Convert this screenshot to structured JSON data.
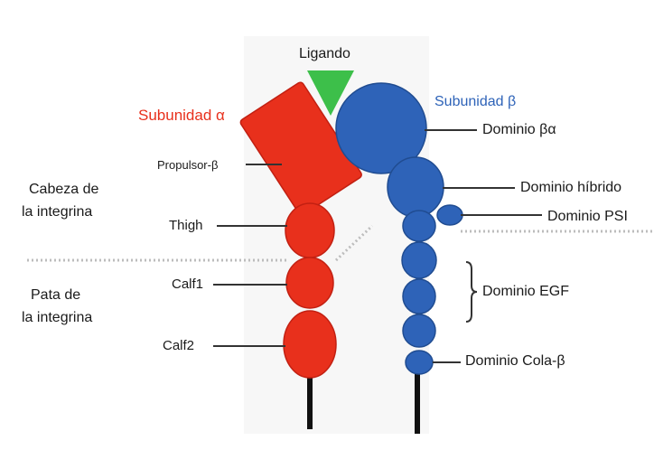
{
  "ligand": {
    "label": "Ligando",
    "color": "#3dbf4a"
  },
  "alpha": {
    "title": "Subunidad α",
    "color": "#e8301c",
    "propulsor": "Propulsor-β",
    "thigh": "Thigh",
    "calf1": "Calf1",
    "calf2": "Calf2"
  },
  "beta": {
    "title": "Subunidad β",
    "color": "#2e63b8",
    "dominio_ba": "Dominio βα",
    "dominio_hibrido": "Dominio híbrido",
    "dominio_psi": "Dominio PSI",
    "dominio_egf": "Dominio EGF",
    "dominio_cola": "Dominio Cola-β"
  },
  "regions": {
    "head_line1": "Cabeza de",
    "head_line2": "la integrina",
    "leg_line1": "Pata de",
    "leg_line2": "la integrina"
  }
}
